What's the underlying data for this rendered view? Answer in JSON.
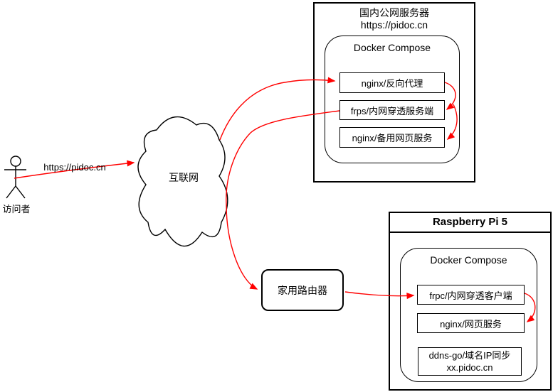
{
  "colors": {
    "connector": "#ff0000",
    "stroke": "#000000",
    "background": "#ffffff"
  },
  "visitor": {
    "label": "访问者",
    "request_label": "https://pidoc.cn"
  },
  "internet": {
    "label": "互联网"
  },
  "home_router": {
    "label": "家用路由器"
  },
  "public_server": {
    "title": "国内公网服务器",
    "url": "https://pidoc.cn",
    "docker_compose": {
      "title": "Docker Compose",
      "services": [
        "nginx/反向代理",
        "frps/内网穿透服务端",
        "nginx/备用网页服务"
      ]
    }
  },
  "raspberry_pi": {
    "title": "Raspberry Pi 5",
    "docker_compose": {
      "title": "Docker Compose",
      "services": [
        "frpc/内网穿透客户端",
        "nginx/网页服务"
      ],
      "ddns_service": {
        "line1": "ddns-go/域名IP同步",
        "line2": "xx.pidoc.cn"
      }
    }
  }
}
